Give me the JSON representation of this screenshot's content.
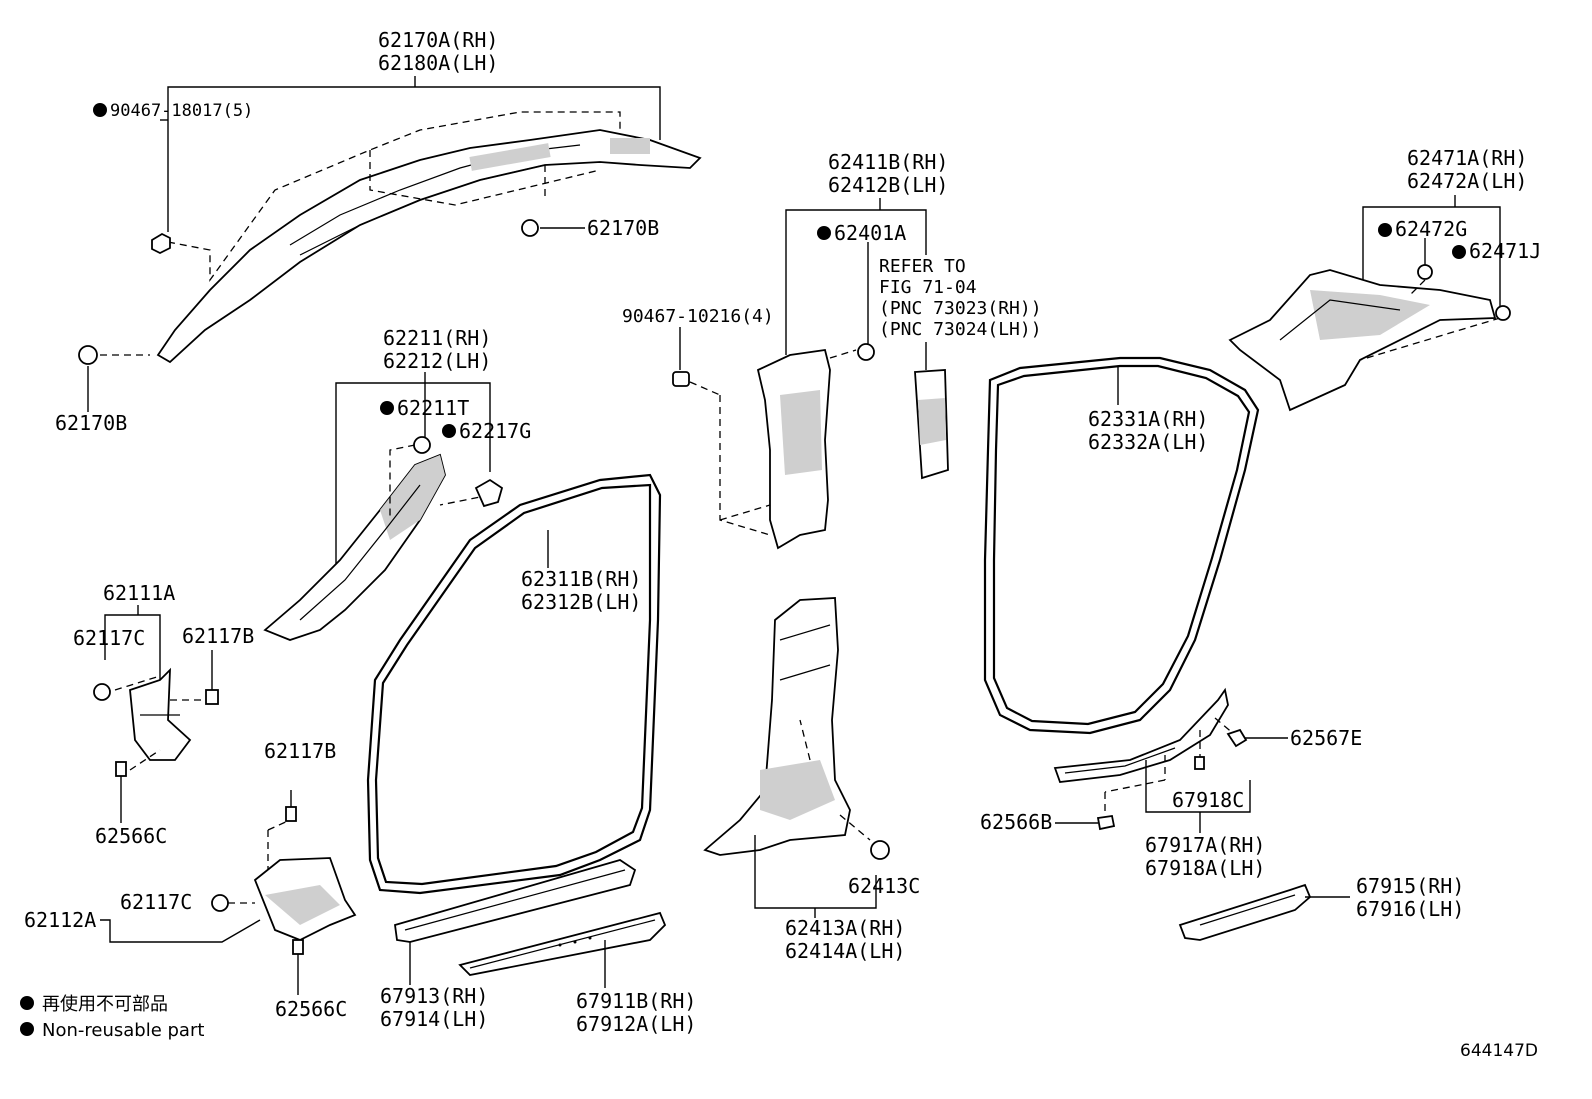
{
  "labels": {
    "l62170A_rh": "62170A(RH)",
    "l62180A_lh": "62180A(LH)",
    "l90467_18017": "90467-18017(5)",
    "l62170B_a": "62170B",
    "l62170B_b": "62170B",
    "l62211_rh": "62211(RH)",
    "l62212_lh": "62212(LH)",
    "l62211T": "62211T",
    "l62217G": "62217G",
    "l62111A": "62111A",
    "l62117C_a": "62117C",
    "l62117B_a": "62117B",
    "l62566C_a": "62566C",
    "l62117B_b": "62117B",
    "l62117C_b": "62117C",
    "l62112A": "62112A",
    "l62566C_b": "62566C",
    "l62311B_rh": "62311B(RH)",
    "l62312B_lh": "62312B(LH)",
    "l67913_rh": "67913(RH)",
    "l67914_lh": "67914(LH)",
    "l67911B_rh": "67911B(RH)",
    "l67912A_lh": "67912A(LH)",
    "l90467_10216": "90467-10216(4)",
    "l62411B_rh": "62411B(RH)",
    "l62412B_lh": "62412B(LH)",
    "l62401A": "62401A",
    "refer1": "REFER TO",
    "refer2": "FIG 71-04",
    "refer3": "(PNC 73023(RH))",
    "refer4": "(PNC 73024(LH))",
    "l62413C": "62413C",
    "l62413A_rh": "62413A(RH)",
    "l62414A_lh": "62414A(LH)",
    "l62471A_rh": "62471A(RH)",
    "l62472A_lh": "62472A(LH)",
    "l62472G": "62472G",
    "l62471J": "62471J",
    "l62331A_rh": "62331A(RH)",
    "l62332A_lh": "62332A(LH)",
    "l62567E": "62567E",
    "l67918C": "67918C",
    "l62566B": "62566B",
    "l67917A_rh": "67917A(RH)",
    "l67918A_lh": "67918A(LH)",
    "l67915_rh": "67915(RH)",
    "l67916_lh": "67916(LH)"
  },
  "legend": {
    "japanese": "再使用不可部品",
    "english": "Non-reusable part"
  },
  "figure_id": "644147D"
}
